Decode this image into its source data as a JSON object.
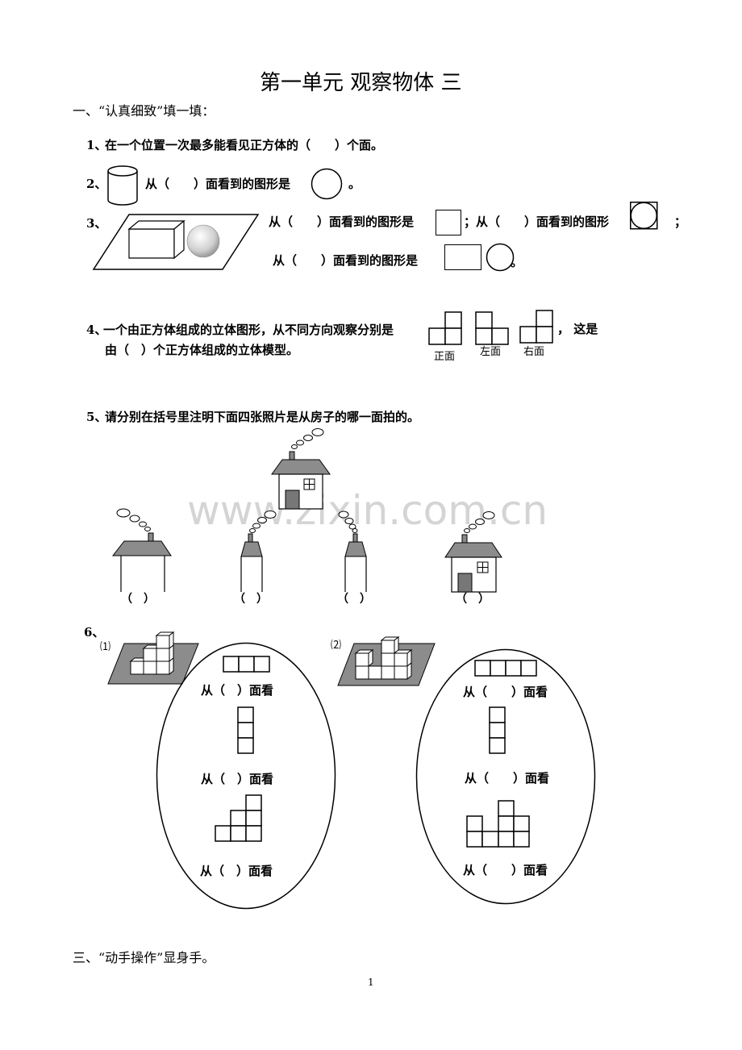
{
  "title": "第一单元 观察物体 三",
  "section1": {
    "heading": "一、“认真细致”填一填：",
    "q1": {
      "num": "1、",
      "text": "在一个位置一次最多能看见正方体的（　　）个面。"
    },
    "q2": {
      "num": "2、",
      "text_a": "从（　　）面看到的图形是",
      "end": "。"
    },
    "q3": {
      "num": "3、",
      "line1_a": "从（　　）面看到的图形是",
      "line1_b": "；从（　　）面看到的图形",
      "line1_end": "；",
      "line2_a": "从（　　）面看到的图形是",
      "line2_end": "。"
    },
    "q4": {
      "num": "4、",
      "line1": "一个由正方体组成的立体图形，从不同方向观察分别是",
      "line1_end": "，  这是",
      "line2": "由（　）个正方体组成的立体模型。",
      "views": [
        "正面",
        "左面",
        "右面"
      ]
    },
    "q5": {
      "num": "5、",
      "text": "请分别在括号里注明下面四张照片是从房子的哪一面拍的。",
      "blanks": [
        "（　）",
        "（　）",
        "（　）",
        "（　）"
      ]
    },
    "q6": {
      "num": "6、",
      "label1": "⑴",
      "label2": "⑵",
      "view_label": "从（　）面看",
      "view_label_wide": "从（　　）面看"
    }
  },
  "section3": {
    "heading": "三、“动手操作”显身手。"
  },
  "footer": {
    "page_number": "1"
  },
  "watermark": "www.zixin.com.cn"
}
